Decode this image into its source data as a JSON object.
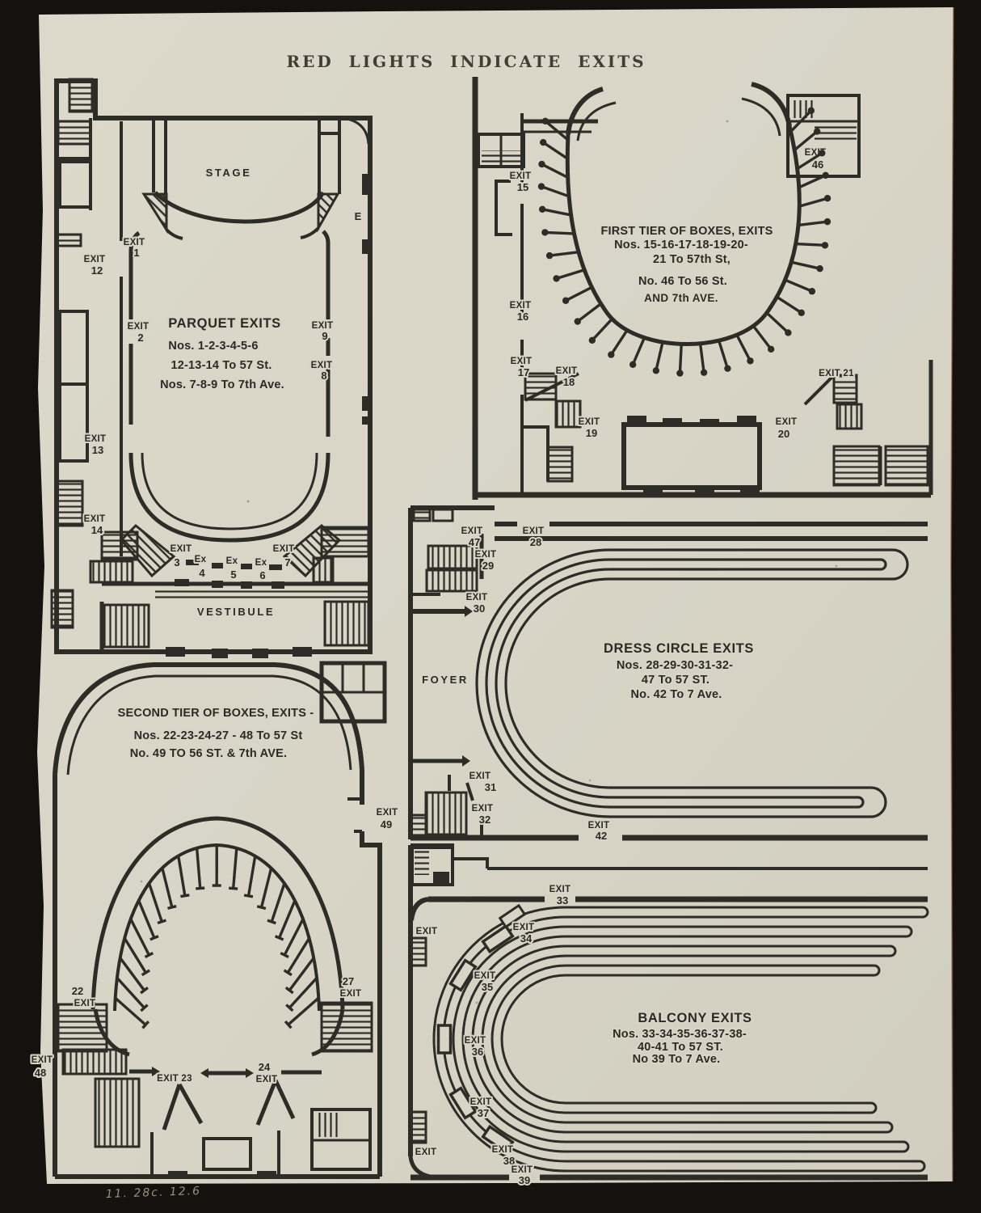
{
  "page": {
    "title": "RED LIGHTS INDICATE EXITS",
    "pencil_note": "11. 28c. 12.6"
  },
  "colors": {
    "paper": "#d8d5c7",
    "ink": "#2e2c26",
    "background": "#14110e"
  },
  "plans": {
    "parquet": {
      "stage": "STAGE",
      "vestibule": "VESTIBULE",
      "stage_door": "E",
      "legend": [
        "PARQUET EXITS",
        "Nos. 1-2-3-4-5-6",
        "12-13-14 To 57 St.",
        "Nos. 7-8-9 To 7th Ave."
      ],
      "exits": {
        "e1": [
          "EXIT",
          "1"
        ],
        "e2": [
          "EXIT",
          "2"
        ],
        "e12": [
          "EXIT",
          "12"
        ],
        "e13": [
          "EXIT",
          "13"
        ],
        "e14": [
          "EXIT",
          "14"
        ],
        "e9": [
          "EXIT",
          "9"
        ],
        "e8": [
          "EXIT",
          "8"
        ],
        "e3": [
          "EXIT",
          "3"
        ],
        "e4": [
          "Ex",
          "4"
        ],
        "e5": [
          "Ex",
          "5"
        ],
        "e6": [
          "Ex",
          "6"
        ],
        "e7": [
          "EXIT",
          "7"
        ]
      }
    },
    "first_tier": {
      "legend": [
        "FIRST TIER OF BOXES, EXITS",
        "Nos. 15-16-17-18-19-20-",
        "21 To 57th St,",
        "No. 46 To 56 St.",
        "AND 7th AVE."
      ],
      "exits": {
        "e15": [
          "EXIT",
          "15"
        ],
        "e16": [
          "EXIT",
          "16"
        ],
        "e17": [
          "EXIT",
          "17"
        ],
        "e18": [
          "EXIT",
          "18"
        ],
        "e19": [
          "EXIT",
          "19"
        ],
        "e20": [
          "EXIT",
          "20"
        ],
        "e21": [
          "EXIT 21"
        ],
        "e46": [
          "EXIT",
          "46"
        ]
      }
    },
    "dress_circle": {
      "foyer": "FOYER",
      "legend": [
        "DRESS CIRCLE EXITS",
        "Nos. 28-29-30-31-32-",
        "47 To 57 ST.",
        "No. 42 To 7 Ave."
      ],
      "exits": {
        "e47": [
          "EXIT",
          "47"
        ],
        "e28": [
          "EXIT",
          "28"
        ],
        "e29": [
          "EXIT",
          "29"
        ],
        "e30": [
          "EXIT",
          "30"
        ],
        "e31": [
          "EXIT",
          "31"
        ],
        "e32": [
          "EXIT",
          "32"
        ],
        "e42": [
          "EXIT",
          "42"
        ]
      }
    },
    "balcony": {
      "legend": [
        "BALCONY EXITS",
        "Nos. 33-34-35-36-37-38-",
        "40-41 To 57 ST.",
        "No 39 To 7 Ave."
      ],
      "exits": {
        "e33": [
          "EXIT",
          "33"
        ],
        "e34": [
          "EXIT",
          "34"
        ],
        "e35": [
          "EXIT",
          "35"
        ],
        "e36": [
          "EXIT",
          "36"
        ],
        "e37": [
          "EXIT",
          "37"
        ],
        "e38": [
          "EXIT",
          "38"
        ],
        "e39": [
          "EXIT",
          "39"
        ],
        "side_upper": [
          "EXIT"
        ],
        "side_lower": [
          "EXIT"
        ]
      }
    },
    "second_tier": {
      "legend": [
        "SECOND TIER OF BOXES, EXITS -",
        "Nos. 22-23-24-27 - 48 To 57 St",
        "No. 49 TO 56 ST. & 7th AVE."
      ],
      "exits": {
        "e22": [
          "22",
          "EXIT"
        ],
        "e27": [
          "27",
          "EXIT"
        ],
        "e48": [
          "EXIT",
          "48"
        ],
        "e23": [
          "EXIT 23"
        ],
        "e24": [
          "24",
          "EXIT"
        ],
        "e49": [
          "EXIT",
          "49"
        ]
      }
    }
  }
}
